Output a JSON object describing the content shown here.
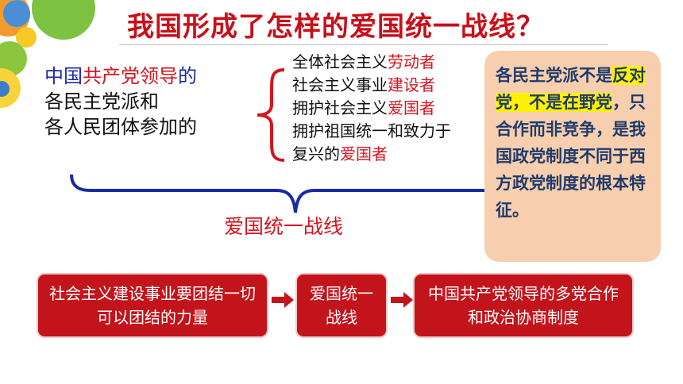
{
  "title": "我国形成了怎样的爱国统一战线？",
  "subject": {
    "line1_a": "中国",
    "line1_b": "共产党领导",
    "line1_c": "的",
    "line2": "各民主党派和",
    "line3": "各人民团体参加的"
  },
  "members": {
    "item1_a": "全体社会主义",
    "item1_b": "劳动者",
    "item2_a": "社会主义事业",
    "item2_b": "建设者",
    "item3_a": "拥护社会主义",
    "item3_b": "爱国者",
    "item4": "拥护祖国统一和致力于",
    "item5_a": "复兴的",
    "item5_b": "爱国者"
  },
  "brace_label": "爱国统一战线",
  "callout": {
    "p1": "各民主党派不是",
    "p2": "反对党，不是在",
    "p3": "野党",
    "p4": "，只合作而非竞争，是我国政党制度不同于西方政党制度的根本特征。"
  },
  "flow": {
    "box1": "社会主义建设事业要团结一切可以团结的力量",
    "box2": "爱国统一战线",
    "box3": "中国共产党领导的多党合作和政治协商制度"
  },
  "colors": {
    "title_red": "#c8101a",
    "accent_red": "#d5141f",
    "box_red": "#c3141c",
    "brace_blue": "#1a2aa6",
    "callout_bg": "#f7cfae",
    "highlight": "#fff200"
  }
}
